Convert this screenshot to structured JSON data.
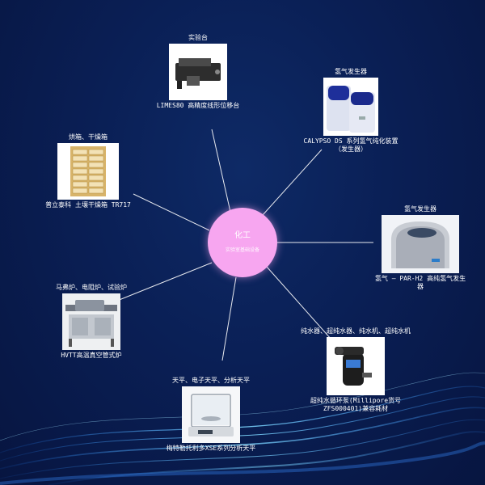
{
  "center": {
    "title": "化工",
    "subtitle": "实验室基础设备"
  },
  "nodes": {
    "lab_bench": {
      "category": "实验台",
      "caption": "LIMES80 高精度线形位移台",
      "image": "linear-stage-photo"
    },
    "hydrogen_1": {
      "category": "氢气发生器",
      "caption": "CALYPSO DS 系列氢气纯化装置（发生器）",
      "image": "hydrogen-purifier-photo"
    },
    "hydrogen_2": {
      "category": "氢气发生器",
      "caption": "氢气 — PAR-H2 高纯氢气发生器",
      "image": "hydrogen-generator-photo"
    },
    "water": {
      "category": "纯水器、超纯水器、纯水机、超纯水机",
      "caption": "超纯水循环泵(Millipore货号ZFS000401)兼容耗材",
      "image": "water-pump-photo"
    },
    "balance": {
      "category": "天平、电子天平、分析天平",
      "caption": "梅特勒托利多XSE系列分析天平",
      "image": "analytical-balance-photo"
    },
    "furnace": {
      "category": "马弗炉、电阻炉、试验炉",
      "caption": "HVTT高温真空管式炉",
      "image": "tube-furnace-photo"
    },
    "oven": {
      "category": "烘箱、干燥箱",
      "caption": "普立泰科 土壤干燥箱 TR717",
      "image": "drying-cabinet-photo"
    }
  },
  "colors": {
    "background": "#0a1f55",
    "hub": "#f7a6f0",
    "connector": "#ffffff",
    "text": "#ffffff",
    "glow": "#3fd0ff"
  }
}
